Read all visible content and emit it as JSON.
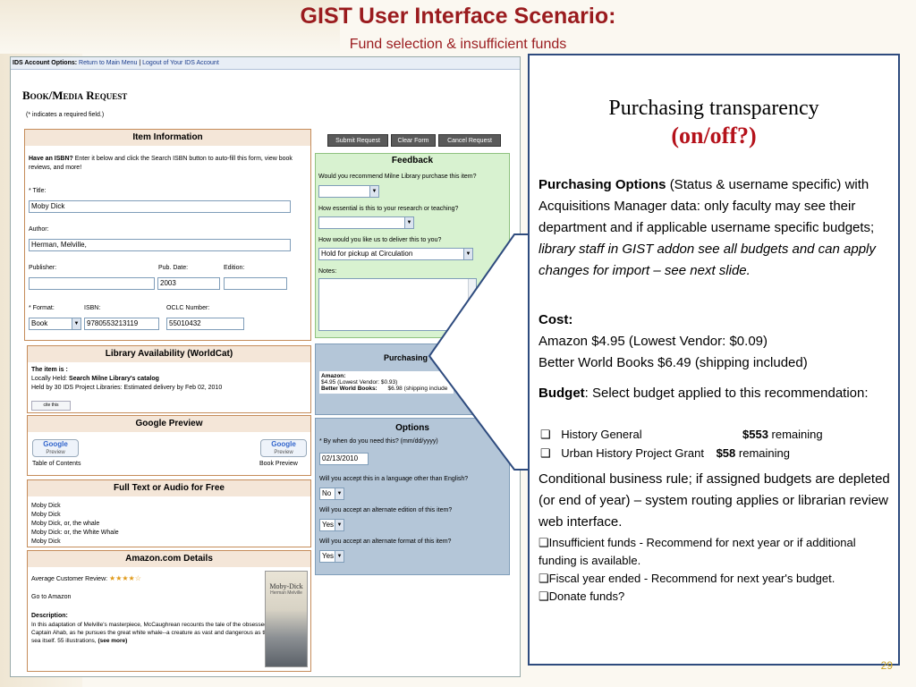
{
  "slide": {
    "title": "GIST User Interface Scenario:",
    "subtitle": "Fund selection & insufficient funds",
    "page_number": "29"
  },
  "screenshot": {
    "top_bar": {
      "label": "IDS Account Options:",
      "link_main_menu": "Return to Main Menu",
      "separator": "|",
      "link_logout": "Logout of Your IDS Account"
    },
    "form_title": "Book/Media Request",
    "required_note": "(* indicates a required field.)",
    "item_information": {
      "header": "Item Information",
      "isbn_prompt_bold": "Have an ISBN?",
      "isbn_prompt_rest": "Enter it below and click the Search ISBN button to auto-fill this form, view book reviews, and more!",
      "title_label": "* Title:",
      "title_value": "Moby Dick",
      "author_label": "Author:",
      "author_value": "Herman, Melville,",
      "publisher_label": "Publisher:",
      "publisher_value": "",
      "pub_date_label": "Pub. Date:",
      "pub_date_value": "2003",
      "edition_label": "Edition:",
      "edition_value": "",
      "format_label": "* Format:",
      "format_value": "Book",
      "isbn_label": "ISBN:",
      "isbn_value": "9780553213119",
      "oclc_label": "OCLC Number:",
      "oclc_value": "55010432"
    },
    "buttons": {
      "submit": "Submit Request",
      "clear": "Clear Form",
      "cancel": "Cancel Request"
    },
    "feedback": {
      "header": "Feedback",
      "q1": "Would you recommend Milne Library purchase this item?",
      "q1_value": "",
      "q2": "How essential is this to your research or teaching?",
      "q2_value": "",
      "q3": "How would you like us to deliver this to you?",
      "q3_value": "Hold for pickup at Circulation",
      "notes_label": "Notes:"
    },
    "library_availability": {
      "header": "Library Availability (WorldCat)",
      "item_is": "The item is :",
      "locally_held_label": "Locally Held:",
      "locally_held_value": "Search Milne Library's catalog",
      "held_by": "Held by 30 IDS Project Libraries: Estimated delivery by Feb 02, 2010",
      "cite_badge": "cite this"
    },
    "google_preview": {
      "header": "Google Preview",
      "badge_brand": "Google",
      "badge_sub": "Preview",
      "left_caption": "Table of Contents",
      "right_caption": "Book Preview"
    },
    "full_text": {
      "header": "Full Text or Audio for Free",
      "items": [
        "Moby Dick",
        "Moby Dick",
        "Moby Dick, or, the whale",
        "Moby Dick: or, the White Whale",
        "Moby Dick"
      ]
    },
    "amazon": {
      "header": "Amazon.com Details",
      "review_label": "Average Customer Review:",
      "rating": 4,
      "rating_max": 5,
      "go_to": "Go to Amazon",
      "description_label": "Description:",
      "description": "In this adaptation of Melville's masterpiece, McCaughrean recounts the tale of the obsessed Captain Ahab, as he pursues the great white whale--a creature as vast and dangerous as the sea itself. 55 illustrations,",
      "see_more": "(see more)",
      "cover_title": "Moby-Dick",
      "cover_author": "Herman Melville"
    },
    "purchasing_options": {
      "header": "Purchasing Op",
      "amazon_label": "Amazon:",
      "amazon_price": "$4.95 (Lowest Vendor: $0.93)",
      "bwb_label": "Better World Books:",
      "bwb_price": "$6.98 (shipping include"
    },
    "options": {
      "header": "Options",
      "q_date": "* By when do you need this? (mm/dd/yyyy)",
      "date_value": "02/13/2010",
      "q_language": "Will you accept this in a language other than English?",
      "language_value": "No",
      "q_edition": "Will you accept an alternate edition of this item?",
      "edition_value": "Yes",
      "q_format": "Will you accept an alternate format of this item?",
      "format_value": "Yes"
    }
  },
  "callout": {
    "heading_line1": "Purchasing transparency",
    "heading_line2": "(on/off?)",
    "purchasing_options_label": "Purchasing Options",
    "purchasing_options_text": "(Status & username specific) with Acquisitions Manager data: only faculty may see their department and if applicable username specific budgets;",
    "purchasing_options_italic": "library staff in GIST addon see all budgets and can apply changes for import – see next slide.",
    "cost_label": "Cost:",
    "cost_amazon": "Amazon $4.95 (Lowest Vendor: $0.09)",
    "cost_bwb": "Better World Books $6.49 (shipping included)",
    "budget_label": "Budget",
    "budget_text": ": Select budget applied to this recommendation:",
    "budgets": [
      {
        "name": "History General",
        "amount": "$553",
        "suffix": "remaining"
      },
      {
        "name": "Urban History Project Grant",
        "amount": "$58",
        "suffix": "remaining"
      }
    ],
    "rule_text": "Conditional business rule; if assigned budgets are depleted (or end of year) – system routing applies or librarian review web interface.",
    "bullets": [
      "Insufficient funds - Recommend for next year or if additional funding is available.",
      "Fiscal year ended - Recommend for next year's budget.",
      "Donate funds?"
    ],
    "checkbox_glyph": "❑",
    "colors": {
      "heading_red": "#b5121b",
      "border_navy": "#2e4b7e"
    }
  }
}
